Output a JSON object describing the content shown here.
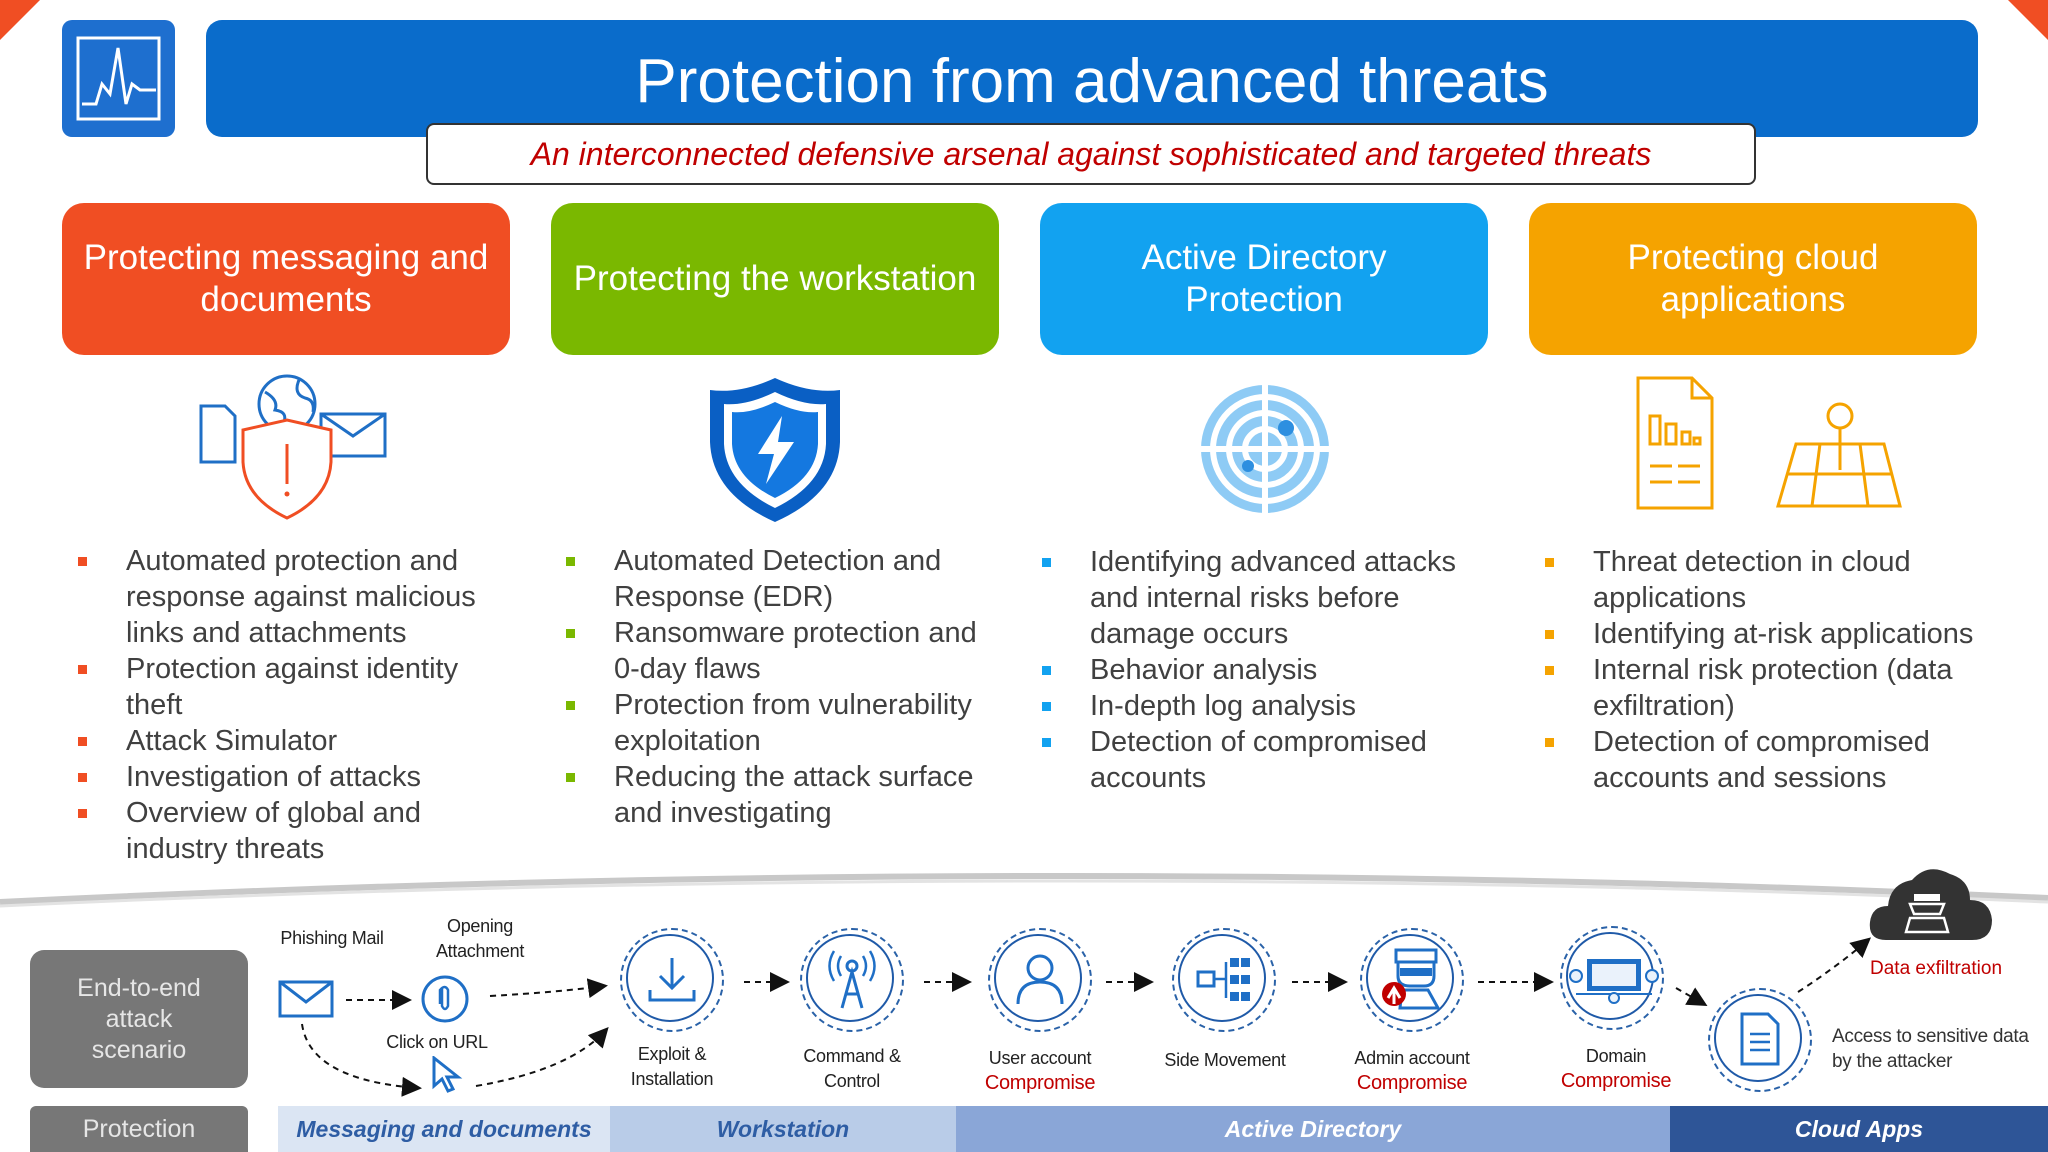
{
  "title": "Protection from advanced threats",
  "subtitle": "An interconnected defensive arsenal against sophisticated and targeted threats",
  "colors": {
    "messaging": "#f04e23",
    "workstation": "#7ab800",
    "ad": "#12a2f0",
    "cloud": "#f5a300",
    "title": "#0a6ccb",
    "accent_red": "#c00000"
  },
  "categories": [
    {
      "title": "Protecting messaging and documents",
      "icon": "mail-shield-globe-icon",
      "bullets": [
        "Automated protection and response against malicious links and attachments",
        "Protection against identity theft",
        "Attack Simulator",
        "Investigation of attacks",
        "Overview of global and industry threats"
      ]
    },
    {
      "title": "Protecting the workstation",
      "icon": "defender-shield-icon",
      "bullets": [
        "Automated Detection and Response (EDR)",
        "Ransomware protection and 0-day flaws",
        "Protection from vulnerability exploitation",
        "Reducing the attack surface and investigating"
      ]
    },
    {
      "title": "Active Directory Protection",
      "icon": "radar-icon",
      "bullets": [
        "Identifying advanced attacks and internal risks before damage occurs",
        "Behavior analysis",
        "In-depth log analysis",
        "Detection of compromised accounts"
      ]
    },
    {
      "title": "Protecting cloud applications",
      "icon": "cloud-apps-icon",
      "bullets": [
        "Threat detection in cloud applications",
        "Identifying at-risk applications",
        "Internal risk protection (data exfiltration)",
        "Detection of compromised accounts and sessions"
      ]
    }
  ],
  "scenario": {
    "label": "End-to-end attack scenario",
    "protection_label": "Protection",
    "phishing_mail": "Phishing Mail",
    "opening_attachment": "Opening Attachment",
    "click_on_url": "Click on URL",
    "steps": [
      {
        "line1": "Exploit &",
        "line2": "Installation",
        "icon": "download-icon"
      },
      {
        "line1": "Command &",
        "line2": "Control",
        "icon": "antenna-icon"
      },
      {
        "line1": "User account",
        "line2": "Compromise",
        "icon": "user-icon"
      },
      {
        "line1": "Side Movement",
        "line2": "",
        "icon": "network-icon"
      },
      {
        "line1": "Admin account",
        "line2": "Compromise",
        "icon": "admin-icon"
      },
      {
        "line1": "Domain",
        "line2": "Compromise",
        "icon": "domain-icon"
      }
    ],
    "data_exfiltration": "Data exfiltration",
    "access_sensitive": "Access to sensitive data by the attacker"
  },
  "bands": [
    {
      "label": "Messaging and documents",
      "bg": "#dbe5f3",
      "color": "#2e5da4"
    },
    {
      "label": "Workstation",
      "bg": "#b9cce8",
      "color": "#2e5da4"
    },
    {
      "label": "Active Directory",
      "bg": "#8aa6d7",
      "color": "#ffffff"
    },
    {
      "label": "Cloud Apps",
      "bg": "#2e5597",
      "color": "#ffffff"
    }
  ]
}
